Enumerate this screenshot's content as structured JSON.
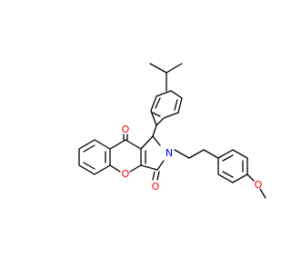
{
  "molecule": {
    "atom_labels": {
      "ketone_oxygen": "O",
      "lactam_oxygen": "O",
      "ring_oxygen": "O",
      "nitrogen": "N",
      "methoxy_oxygen": "O"
    },
    "colors": {
      "bond": "#000000",
      "oxygen": "#ff0000",
      "nitrogen": "#0000ff",
      "background": "#ffffff"
    }
  }
}
